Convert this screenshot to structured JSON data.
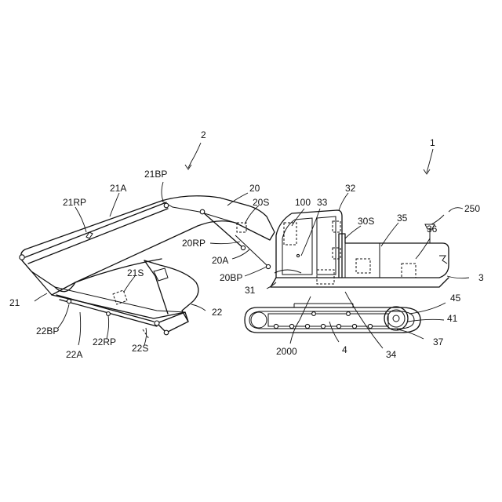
{
  "labels": {
    "l1": "1",
    "l2": "2",
    "l3": "3",
    "l4": "4",
    "l20": "20",
    "l20S": "20S",
    "l20RP": "20RP",
    "l20A": "20A",
    "l20BP": "20BP",
    "l21": "21",
    "l21A": "21A",
    "l21BP": "21BP",
    "l21RP": "21RP",
    "l21S": "21S",
    "l22": "22",
    "l22A": "22A",
    "l22BP": "22BP",
    "l22RP": "22RP",
    "l22S": "22S",
    "l30S": "30S",
    "l31": "31",
    "l32": "32",
    "l33": "33",
    "l34": "34",
    "l35": "35",
    "l36": "36",
    "l37": "37",
    "l41": "41",
    "l45": "45",
    "l100": "100",
    "l250": "250",
    "l2000": "2000"
  }
}
